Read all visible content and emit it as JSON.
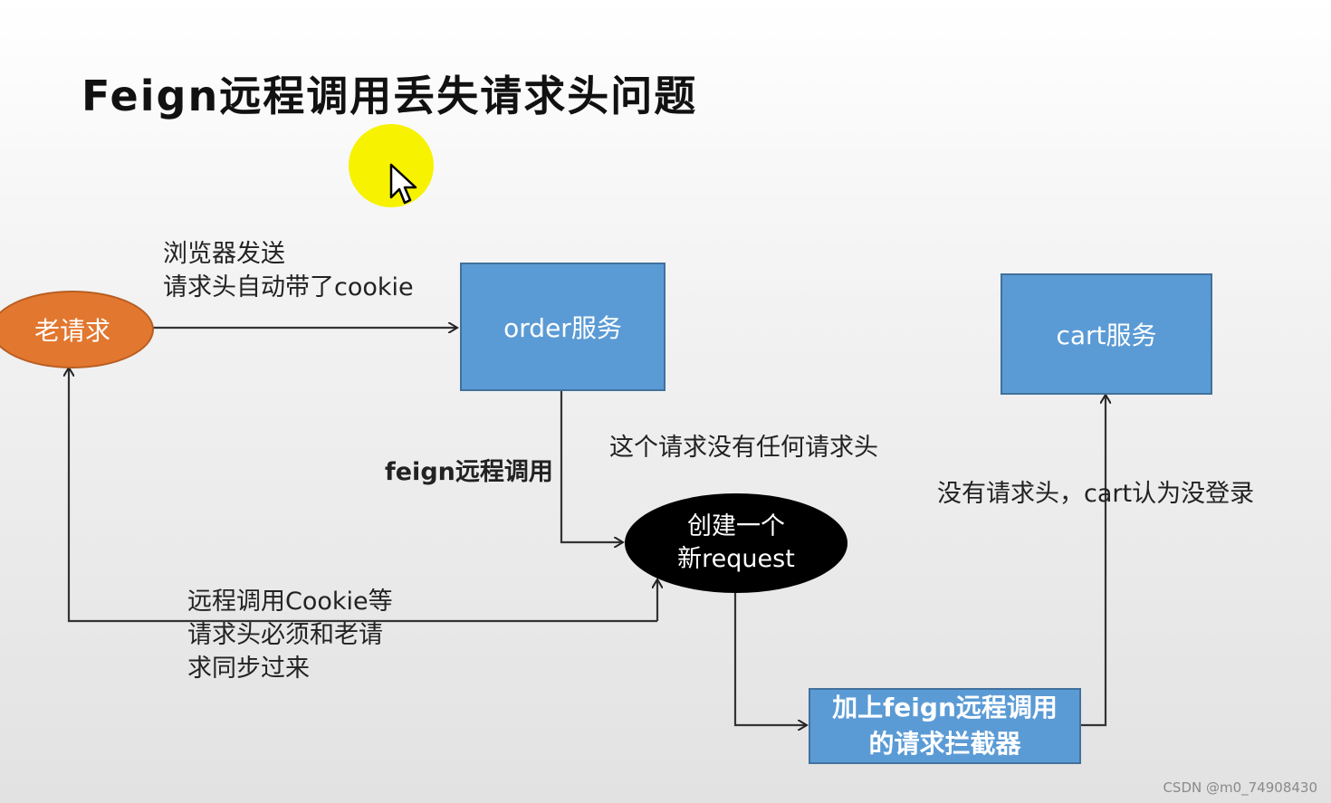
{
  "title": "Feign远程调用丢失请求头问题",
  "nodes": {
    "old_request": "老请求",
    "order_service": "order服务",
    "cart_service": "cart服务",
    "new_request": [
      "创建一个",
      "新request"
    ],
    "interceptor": [
      "加上feign远程调用",
      "的请求拦截器"
    ]
  },
  "labels": {
    "browser_send": [
      "浏览器发送",
      "请求头自动带了cookie"
    ],
    "feign_call": "feign远程调用",
    "no_header": "这个请求没有任何请求头",
    "not_logged_in": "没有请求头，cart认为没登录",
    "sync_headers": [
      "远程调用Cookie等",
      "请求头必须和老请",
      "求同步过来"
    ]
  },
  "watermark": "CSDN @m0_74908430",
  "colors": {
    "old_request_fill": "#e2772f",
    "service_box_fill": "#5b9bd5",
    "new_request_fill": "#000000",
    "pointer_highlight": "#f6f200"
  }
}
